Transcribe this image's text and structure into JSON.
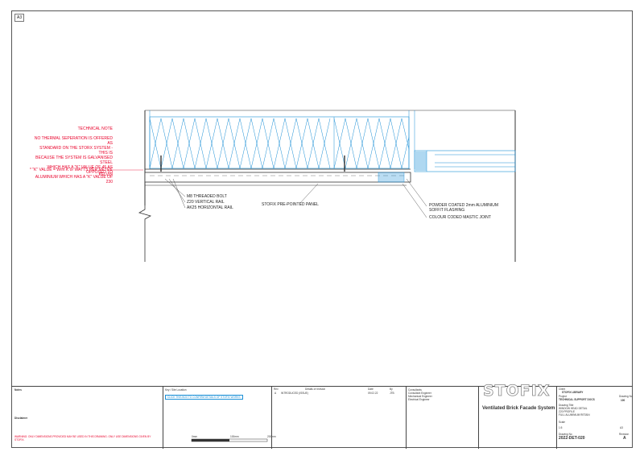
{
  "sheet_size": "A3",
  "technical_note": {
    "heading": "TECHNICAL NOTE",
    "lines": [
      "NO THERMAL SEPERATION IS OFFERED AS",
      "STANDARD ON THE STORX SYSTEM - THIS IS",
      "BECAUSE THE SYSTEM IS GALVANISED STEEL",
      "WHICH HAS A \"K\" VALUE OF 45 AS OPPOSED TO",
      "ALUMINIUM WHICH HAS A \"K\" VALUE OF 230"
    ],
    "k_value": "* \"K\" VALUE = W/m K or WATTS PER METRE KELVIN"
  },
  "callouts": {
    "bolt": "M8 THREADED BOLT",
    "rail": "Z20 VERTICAL RAIL",
    "horizontal_rail": "AK25 HORIZONTAL RAIL",
    "panel": "STOFIX PRE-POINTED PANEL",
    "flashing_1": "POWDER COATED 2mm ALUMINIUM",
    "flashing_2": "SOFFIT FLASHING",
    "mastic": "COLOUR CODED MASTIC JOINT"
  },
  "title_block": {
    "notes_label": "Notes",
    "key_label": "Key / Site Location",
    "key_link": "CLICK THIS BOX TO CONFIRM DETAILS OF STOFIX WORKS",
    "revision_headers": [
      "Rev",
      "Details of revision",
      "Date",
      "By"
    ],
    "revision_row": [
      "A",
      "INTRODUCED (ISSUE)",
      "09.02.22",
      "JTB"
    ],
    "scale_labels": [
      "0mm",
      "100mm",
      "200mm"
    ],
    "consultants": [
      "Consultants",
      "Consultant Engineer",
      "Mechanical Engineer",
      "Electrical Engineer"
    ],
    "disclaimer_heading": "Disclaimer",
    "disclaimer_warning": "WARNING: ONLY DIMENSIONS PROVIDED MAY BE USED IN THIS DRAWING. ONLY USE DIMENSIONS GIVEN BY STOFIX.",
    "logo": "STOFIX",
    "logo_subtitle": "Ventilated Brick Facade System",
    "client_label": "Client",
    "client": "STOFIX LIBRARY",
    "project_label": "Project",
    "project": "TECHNICAL SUPPORT DOCS",
    "drawing_no_label": "Drawing No",
    "drawing_title_label": "Drawing Title",
    "drawing_title": [
      "WINDOW HEAD DETAIL",
      "Z20 PROFILE",
      "FULL ALUMINIUM RETAIN"
    ],
    "scale_label": "Scale",
    "scale": "1:5",
    "drawing_number": "2022-DET-020",
    "revision_label": "Revision",
    "revision": "A",
    "sheet_number": "100",
    "paper": "A3"
  }
}
